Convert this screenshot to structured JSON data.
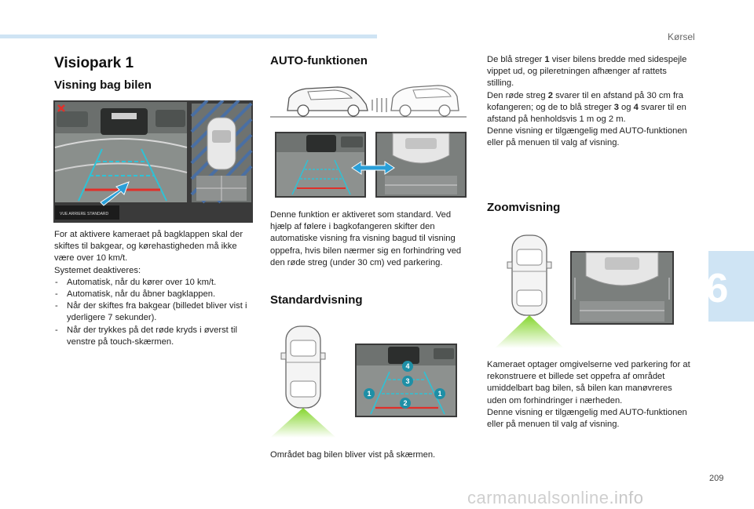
{
  "header": {
    "section": "Kørsel"
  },
  "chapter_number": "6",
  "page_number": "209",
  "watermark": {
    "part1": "carmanualsonline",
    "part2": ".info"
  },
  "col1": {
    "title": "Visiopark 1",
    "subtitle": "Visning bag bilen",
    "camera_screen_label": "VUE ARRIERE STANDARD",
    "intro": "For at aktivere kameraet på bagklappen skal der skiftes til bakgear, og kørehastigheden må ikke være over 10 km/t.",
    "deactivated_label": "Systemet deaktiveres:",
    "bullets": [
      "Automatisk, når du kører over 10 km/t.",
      "Automatisk, når du åbner bagklappen.",
      "Når der skiftes fra bakgear (billedet bliver vist i yderligere 7 sekunder).",
      "Når der trykkes på det røde kryds i øverst til venstre på touch-skærmen."
    ]
  },
  "col2": {
    "auto_heading": "AUTO-funktionen",
    "auto_text": "Denne funktion er aktiveret som standard. Ved hjælp af følere i bagkofangeren skifter den automatiske visning fra visning bagud til visning oppefra, hvis bilen nærmer sig en forhindring ved den røde streg (under 30 cm) ved parkering.",
    "standard_heading": "Standardvisning",
    "guide_numbers": [
      "4",
      "3",
      "1",
      "1",
      "2"
    ],
    "standard_caption": "Området bag bilen bliver vist på skærmen."
  },
  "col3": {
    "para": [
      [
        "De blå streger ",
        "1",
        " viser bilens bredde med sidespejle vippet ud, og pileretningen afhænger af rattets stilling."
      ],
      [
        "Den røde streg ",
        "2",
        " svarer til en afstand på 30 cm fra kofangeren; og de to blå streger ",
        "3",
        " og ",
        "4",
        " svarer til en afstand på henholdsvis 1 m og 2 m."
      ],
      [
        "Denne visning er tilgængelig med AUTO-funktionen eller på menuen til valg af visning."
      ]
    ],
    "zoom_heading": "Zoomvisning",
    "zoom_text": "Kameraet optager omgivelserne ved parkering for at rekonstruere et billede set oppefra af området umiddelbart bag bilen, så bilen kan manøvreres uden om forhindringer i nærheden.",
    "zoom_text2": "Denne visning er tilgængelig med AUTO-funktionen eller på menuen til valg af visning."
  },
  "colors": {
    "guide_blue": "#2ec2d6",
    "guide_red": "#e0302a",
    "accent_blue": "#2a9fd8",
    "tab_blue": "#cfe4f4",
    "cone_green": "#7ed321",
    "badge_teal": "#1e8fa6"
  }
}
